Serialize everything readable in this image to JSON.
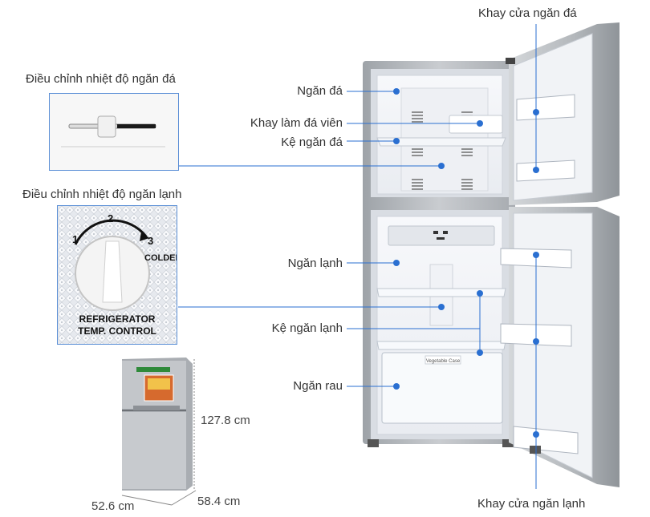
{
  "labels": {
    "freezer_door_tray": "Khay cửa ngăn đá",
    "freezer_temp_control": "Điều chỉnh nhiệt độ ngăn đá",
    "freezer_compartment": "Ngăn đá",
    "ice_tray": "Khay làm đá viên",
    "freezer_shelf": "Kệ ngăn đá",
    "fridge_temp_control": "Điều chỉnh nhiệt độ ngăn lạnh",
    "fridge_compartment": "Ngăn lạnh",
    "fridge_shelf": "Kệ ngăn lạnh",
    "vegetable_drawer": "Ngăn rau",
    "fridge_door_tray": "Khay cửa ngăn lạnh"
  },
  "dial": {
    "marks": [
      "1",
      "2",
      "3"
    ],
    "colder": "COLDER",
    "caption_line1": "REFRIGERATOR",
    "caption_line2": "TEMP. CONTROL"
  },
  "drawer_tag": "Vegetable Case",
  "dimensions": {
    "height": "127.8 cm",
    "width": "52.6 cm",
    "depth": "58.4 cm"
  },
  "colors": {
    "callout_line": "#2a6fd1",
    "dot": "#2a6fd1",
    "steel": "#b9bcc0",
    "interior": "#f3f5f8"
  }
}
